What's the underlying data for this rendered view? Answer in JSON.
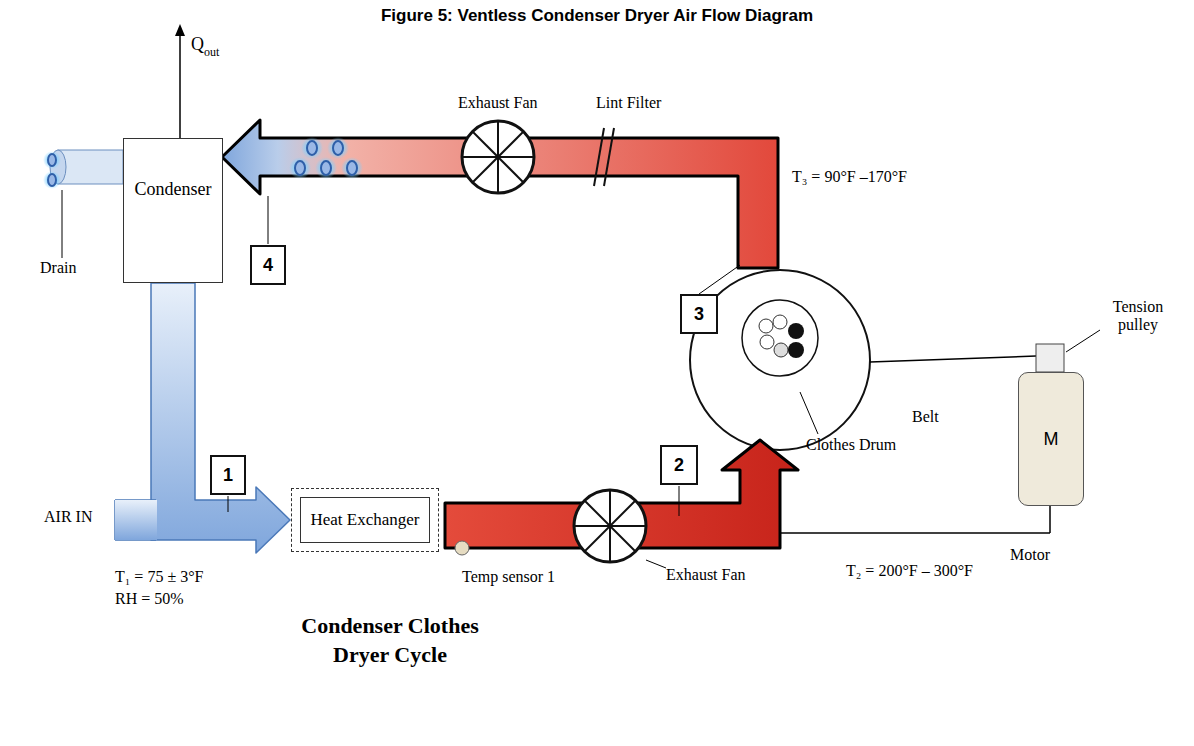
{
  "diagram": {
    "title": "Figure 5: Ventless Condenser Dryer Air Flow Diagram",
    "caption": "Condenser Clothes Dryer Cycle",
    "nodes": [
      {
        "text": [
          "Condenser"
        ]
      },
      {
        "text": [
          "4"
        ]
      },
      {
        "text": [
          "3"
        ]
      },
      {
        "text": [
          "M"
        ]
      },
      {
        "text": [
          "2"
        ]
      },
      {
        "text": [
          "1"
        ]
      },
      {
        "text": [
          "Heat Exchanger"
        ]
      }
    ],
    "edges": [
      {
        "from": 0,
        "to": 6,
        "arrow": "to"
      }
    ],
    "labels": [
      "Q",
      "out",
      "Exhaust Fan",
      "Lint Filter",
      "T₃ = 90°F –170°F",
      "Drain",
      "Tension pulley",
      "Belt",
      "Clothes Drum",
      "Motor",
      "AIR IN",
      "T₂ = 200°F – 300°F",
      "Temp sensor 1",
      "Exhaust Fan",
      "T₁ = 75 ± 3°F",
      "RH = 50%"
    ]
  }
}
